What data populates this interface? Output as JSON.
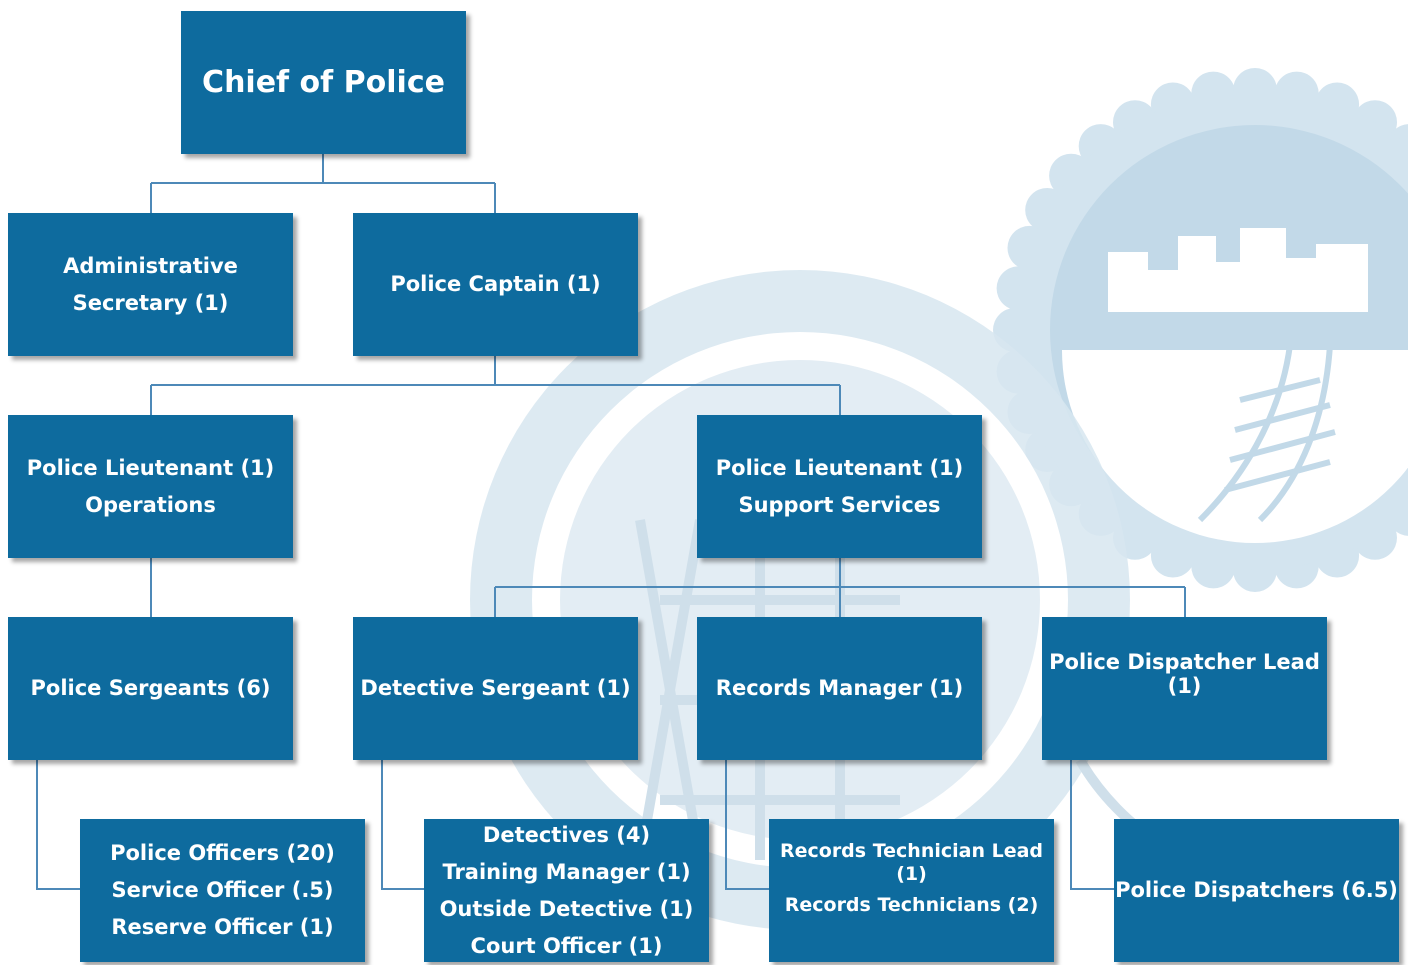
{
  "colors": {
    "box": "#0e6b9e",
    "line": "#4d89b8",
    "watermark": "#c6dcea"
  },
  "watermark": {
    "name": "city-seal-watermark"
  },
  "nodes": {
    "chief": [
      "Chief of Police"
    ],
    "admin_secretary": [
      "Administrative",
      "Secretary (1)"
    ],
    "captain": [
      "Police Captain (1)"
    ],
    "lt_operations": [
      "Police Lieutenant (1)",
      "Operations"
    ],
    "lt_support": [
      "Police Lieutenant (1)",
      "Support Services"
    ],
    "sergeants": [
      "Police Sergeants (6)"
    ],
    "detective_sergeant": [
      "Detective Sergeant (1)"
    ],
    "records_manager": [
      "Records Manager  (1)"
    ],
    "dispatcher_lead": [
      "Police Dispatcher Lead",
      "(1)"
    ],
    "officers": [
      "Police Officers (20)",
      "Service Officer (.5)",
      "Reserve Officer (1)"
    ],
    "detectives": [
      "Detectives (4)",
      "Training Manager (1)",
      "Outside Detective (1)",
      "Court Officer (1)"
    ],
    "records_techs": [
      "Records Technician Lead",
      "(1)",
      "Records Technicians (2)"
    ],
    "dispatchers": [
      "Police Dispatchers (6.5)"
    ]
  },
  "relations": [
    [
      "chief",
      "admin_secretary"
    ],
    [
      "chief",
      "captain"
    ],
    [
      "captain",
      "lt_operations"
    ],
    [
      "captain",
      "lt_support"
    ],
    [
      "lt_operations",
      "sergeants"
    ],
    [
      "lt_support",
      "detective_sergeant"
    ],
    [
      "lt_support",
      "records_manager"
    ],
    [
      "lt_support",
      "dispatcher_lead"
    ],
    [
      "sergeants",
      "officers"
    ],
    [
      "detective_sergeant",
      "detectives"
    ],
    [
      "records_manager",
      "records_techs"
    ],
    [
      "dispatcher_lead",
      "dispatchers"
    ]
  ]
}
